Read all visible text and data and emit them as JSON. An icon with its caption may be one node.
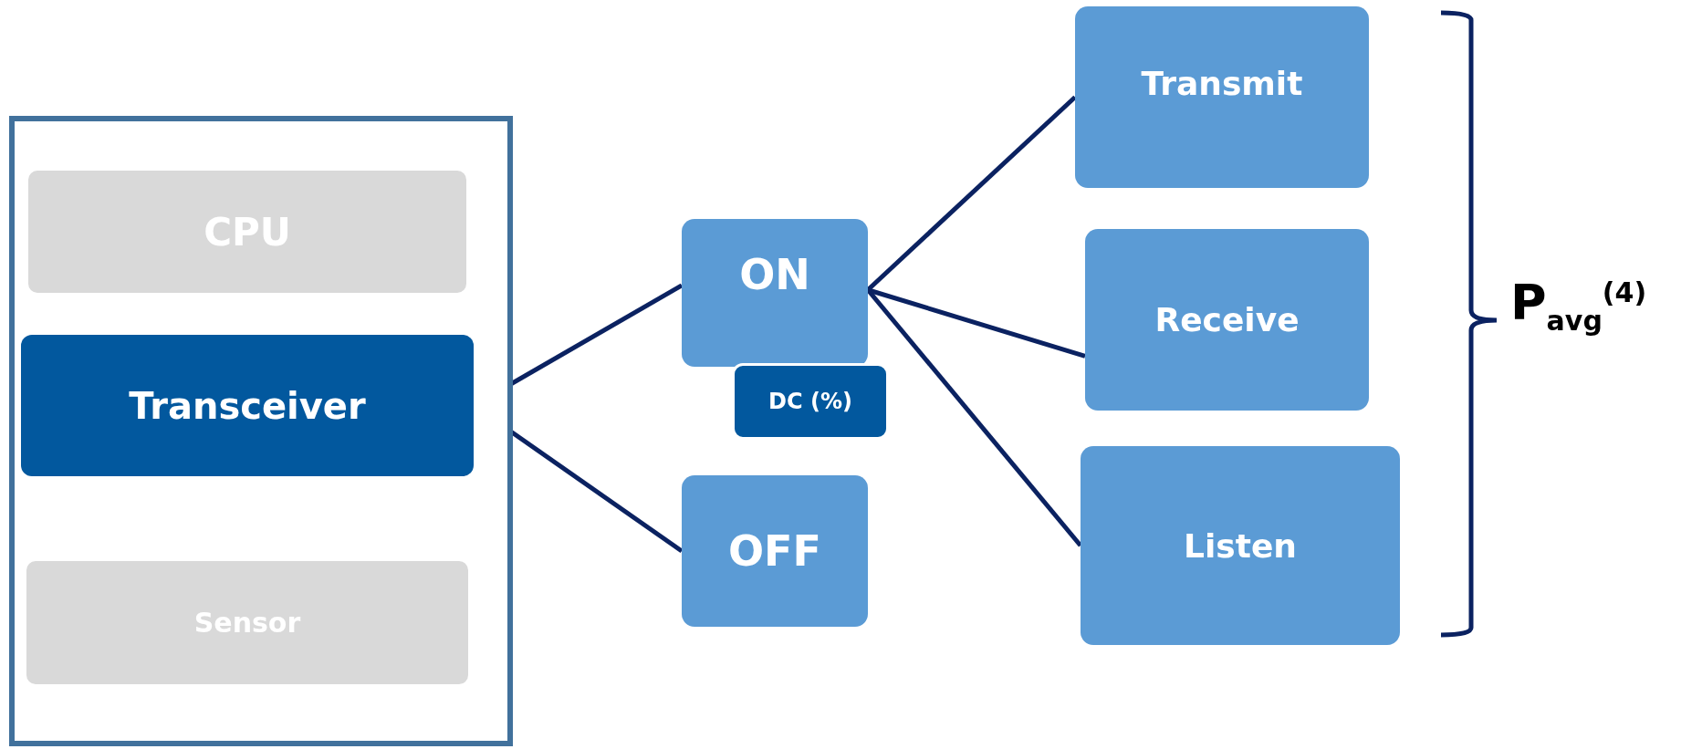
{
  "diagram": {
    "nodes": [
      {
        "text": [],
        "shape": "box"
      },
      {
        "text": [
          "CPU"
        ],
        "in": 0
      },
      {
        "text": [
          "Transceiver"
        ],
        "in": 0
      },
      {
        "text": [
          "Sensor"
        ],
        "in": 0
      },
      {
        "text": [
          "ON"
        ]
      },
      {
        "text": [
          "DC (%)"
        ]
      },
      {
        "text": [
          "OFF"
        ]
      },
      {
        "text": [
          "Transmit"
        ]
      },
      {
        "text": [
          "Receive"
        ]
      },
      {
        "text": [
          "Listen"
        ]
      }
    ],
    "edges": [
      {
        "from": 2,
        "to": 4,
        "arrow": "none"
      },
      {
        "from": 2,
        "to": 6,
        "arrow": "none"
      },
      {
        "from": 4,
        "to": 7,
        "arrow": "none"
      },
      {
        "from": 4,
        "to": 8,
        "arrow": "none"
      },
      {
        "from": 4,
        "to": 9,
        "arrow": "none"
      }
    ],
    "labels": [
      "P$_{avg}$$^{(4)}$"
    ]
  }
}
